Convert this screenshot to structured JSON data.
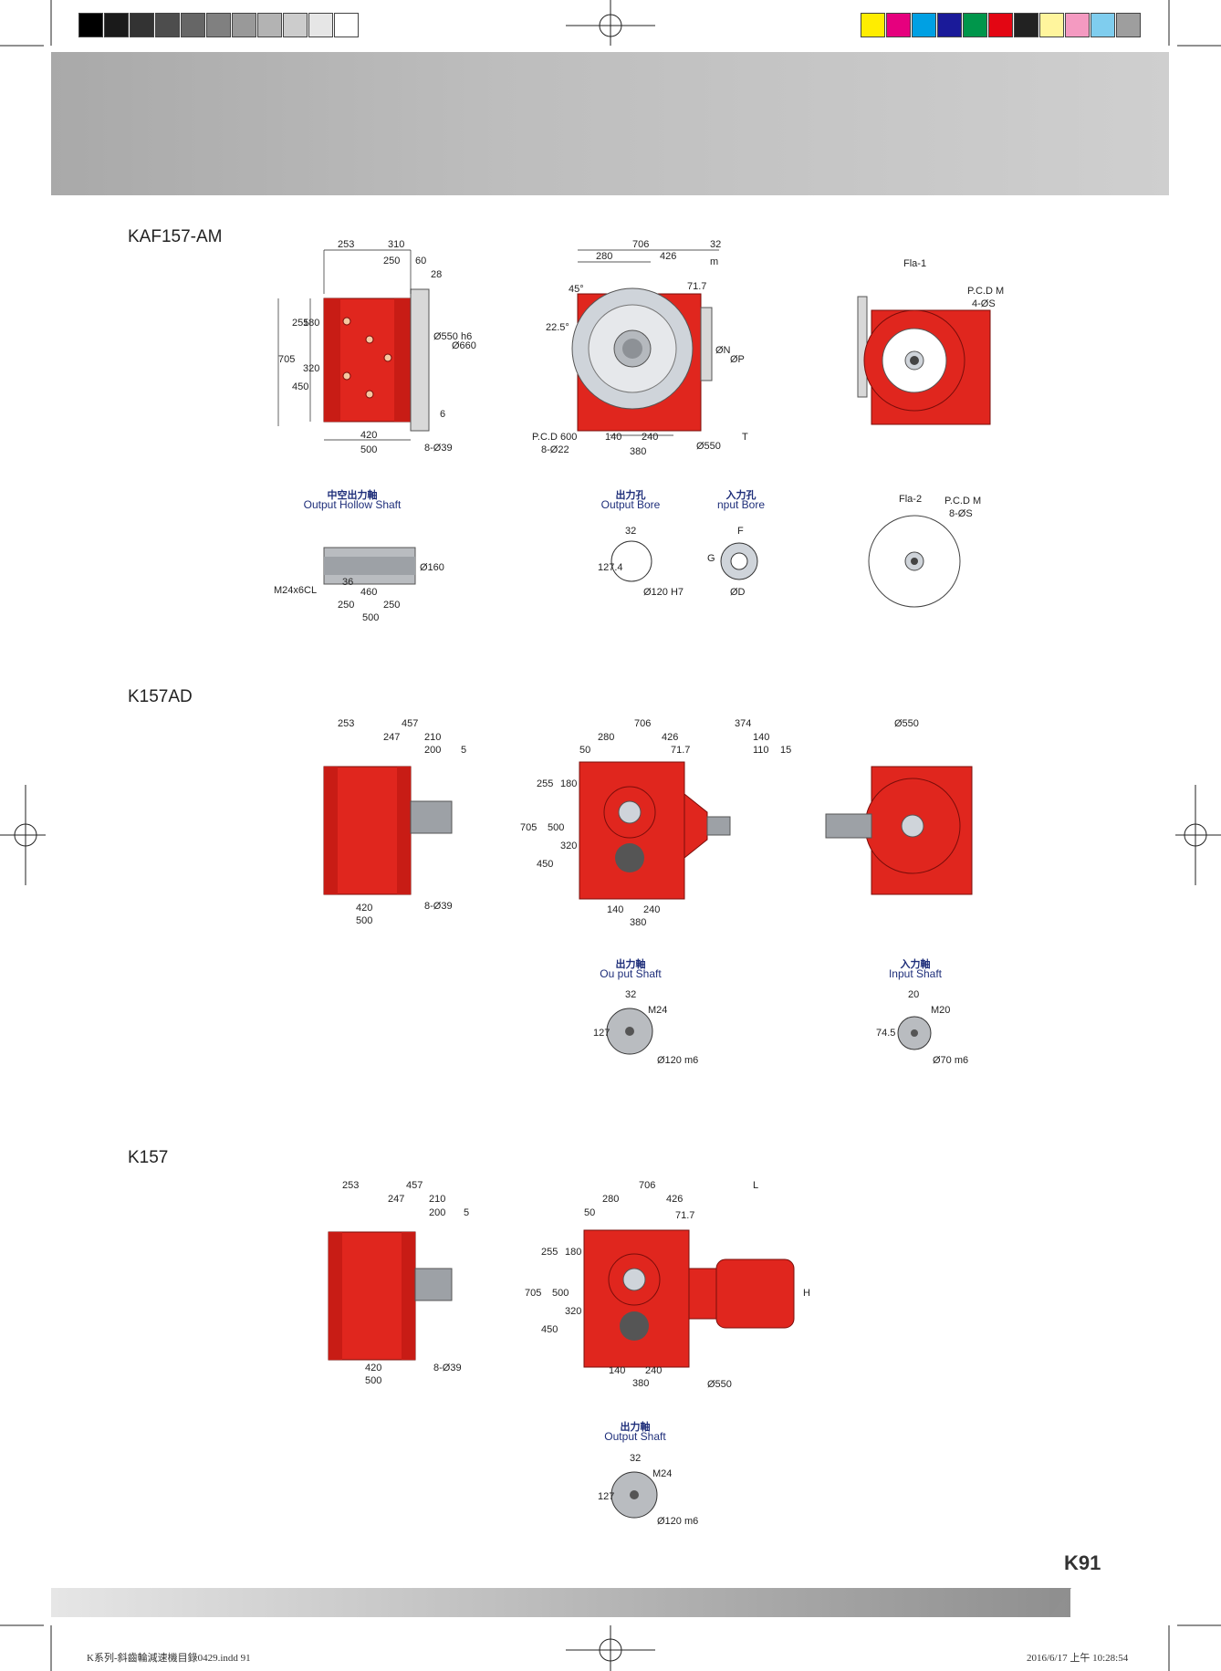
{
  "header": {
    "gray_swatches": [
      "#000000",
      "#1a1a1a",
      "#333333",
      "#4d4d4d",
      "#666666",
      "#808080",
      "#999999",
      "#b3b3b3",
      "#cccccc",
      "#e6e6e6",
      "#ffffff"
    ],
    "color_swatches": [
      "#ffed00",
      "#e6007e",
      "#00a0e3",
      "#1a1a99",
      "#00964b",
      "#e30613",
      "#222222",
      "#fff59d",
      "#f49ac1",
      "#7fcdee",
      "#9e9e9e"
    ]
  },
  "sections": [
    {
      "id": "kaf157am",
      "title": "KAF157-AM"
    },
    {
      "id": "k157ad",
      "title": "K157AD"
    },
    {
      "id": "k157",
      "title": "K157"
    }
  ],
  "kaf157am": {
    "side": {
      "d253": "253",
      "d310": "310",
      "d250": "250",
      "d60": "60",
      "d28": "28",
      "d255": "255",
      "d180": "180",
      "d705": "705",
      "d320": "320",
      "d450": "450",
      "d550h6": "Ø550 h6",
      "d660": "Ø660",
      "d6": "6",
      "d420": "420",
      "d500": "500",
      "holes": "8-Ø39"
    },
    "front": {
      "d706": "706",
      "d32": "32",
      "d280": "280",
      "d426": "426",
      "a45": "45°",
      "a225": "22.5°",
      "d717": "71.7",
      "dN": "ØN",
      "dP": "ØP",
      "pcd": "P.C.D 600",
      "holes": "8-Ø22",
      "d140": "140",
      "d240": "240",
      "d380": "380",
      "d550": "Ø550",
      "T": "T",
      "dm": "m"
    },
    "fla1": {
      "label": "Fla-1",
      "pcd": "P.C.D M",
      "holes": "4-ØS"
    },
    "shaft": {
      "zh": "中空出力軸",
      "en": "Output Hollow Shaft",
      "d160": "Ø160",
      "m24": "M24x6CL",
      "d36": "36",
      "d460": "460",
      "d250a": "250",
      "d250b": "250",
      "d500": "500"
    },
    "bore": {
      "zh": "出力孔",
      "en": "Output Bore",
      "d32": "32",
      "d1274": "127.4",
      "d120": "Ø120 H7"
    },
    "ibore": {
      "zh": "入力孔",
      "en": "nput Bore",
      "F": "F",
      "G": "G",
      "D": "ØD"
    },
    "fla2": {
      "label": "Fla-2",
      "pcd": "P.C.D M",
      "holes": "8-ØS"
    }
  },
  "k157ad": {
    "side": {
      "d253": "253",
      "d457": "457",
      "d247": "247",
      "d210": "210",
      "d200": "200",
      "d5": "5",
      "d420": "420",
      "d500": "500",
      "holes": "8-Ø39"
    },
    "front": {
      "d706": "706",
      "d374": "374",
      "d280": "280",
      "d426": "426",
      "d140a": "140",
      "d50": "50",
      "d717": "71.7",
      "d110": "110",
      "d15": "15",
      "d255": "255",
      "d180": "180",
      "d705": "705",
      "d500": "500",
      "d320": "320",
      "d450": "450",
      "d140": "140",
      "d240": "240",
      "d380": "380"
    },
    "end": {
      "d550": "Ø550"
    },
    "oshaft": {
      "zh": "出力軸",
      "en": "Ou put Shaft",
      "d32": "32",
      "m24": "M24",
      "d127": "127",
      "d120": "Ø120 m6"
    },
    "ishaft": {
      "zh": "入力軸",
      "en": "Input Shaft",
      "d20": "20",
      "m20": "M20",
      "d745": "74.5",
      "d70": "Ø70 m6"
    }
  },
  "k157": {
    "side": {
      "d253": "253",
      "d457": "457",
      "d247": "247",
      "d210": "210",
      "d200": "200",
      "d5": "5",
      "d420": "420",
      "d500": "500",
      "holes": "8-Ø39"
    },
    "front": {
      "d706": "706",
      "L": "L",
      "d280": "280",
      "d426": "426",
      "d50": "50",
      "d717": "71.7",
      "d255": "255",
      "d180": "180",
      "d705": "705",
      "d500": "500",
      "d320": "320",
      "d450": "450",
      "d140": "140",
      "d240": "240",
      "d380": "380",
      "d550": "Ø550",
      "H": "H"
    },
    "oshaft": {
      "zh": "出力軸",
      "en": "Output Shaft",
      "d32": "32",
      "m24": "M24",
      "d127": "127",
      "d120": "Ø120 m6"
    }
  },
  "page_number": "K91",
  "footer": {
    "file": "K系列-斜齒輪減速機目錄0429.indd   91",
    "timestamp": "2016/6/17   上午 10:28:54"
  }
}
